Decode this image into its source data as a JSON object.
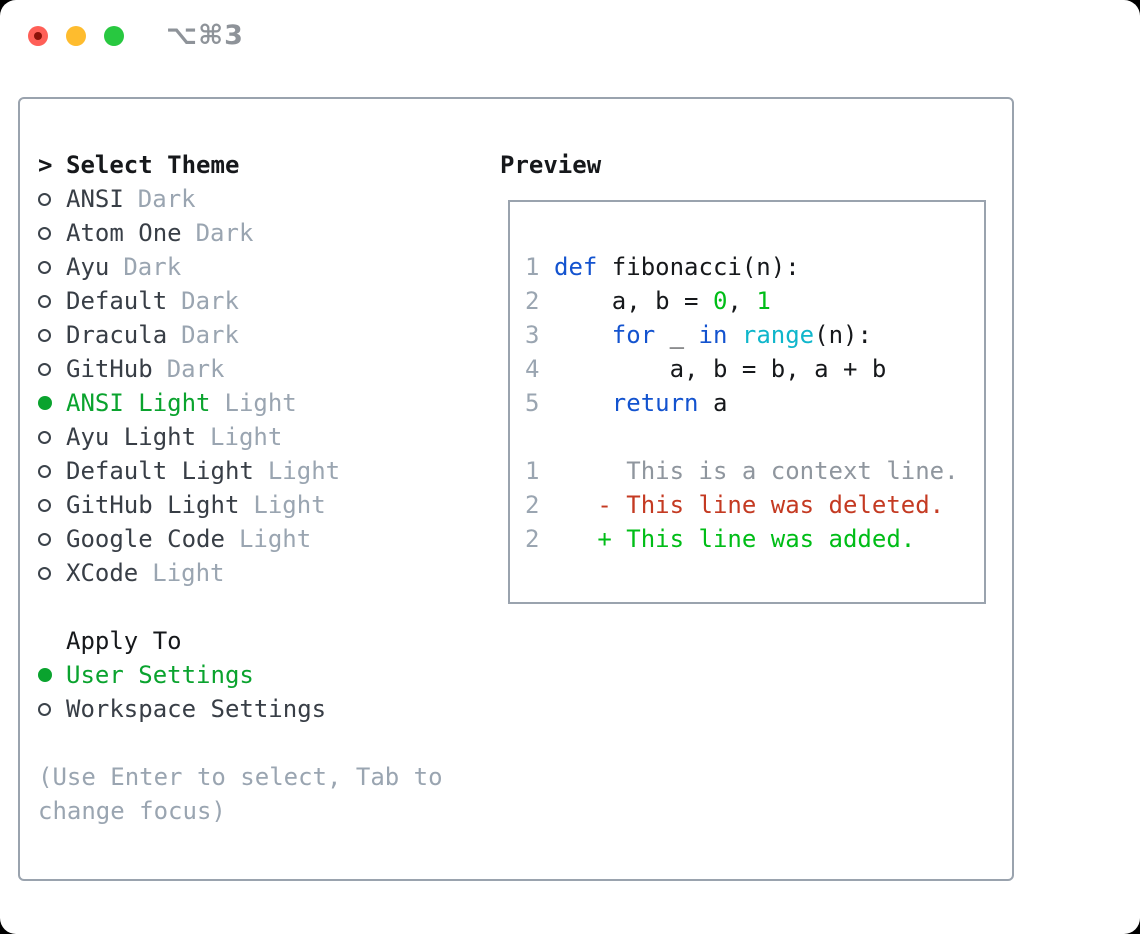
{
  "window": {
    "title": "⌥⌘3",
    "traffic_lights": [
      "close",
      "minimize",
      "zoom"
    ]
  },
  "colors": {
    "selected_green": "#0aa32e",
    "added_green": "#00bd17",
    "deleted_red": "#c43a22",
    "keyword_blue": "#1353cf",
    "builtin_cyan": "#0fb6cb",
    "number_green": "#00bd17",
    "text_dark": "#383e46",
    "text_black": "#16181b",
    "muted_gray": "#9aa5b1",
    "context_gray": "#8f969e",
    "border_gray": "#9aa3ae",
    "title_gray": "#8e9399",
    "traffic_red": "#ff5f57",
    "traffic_yellow": "#febc2e",
    "traffic_green": "#28c840"
  },
  "theme_picker": {
    "prompt": ">",
    "header": "Select Theme",
    "items": [
      {
        "name": "ANSI",
        "tag": "Dark",
        "selected": false
      },
      {
        "name": "Atom One",
        "tag": "Dark",
        "selected": false
      },
      {
        "name": "Ayu",
        "tag": "Dark",
        "selected": false
      },
      {
        "name": "Default",
        "tag": "Dark",
        "selected": false
      },
      {
        "name": "Dracula",
        "tag": "Dark",
        "selected": false
      },
      {
        "name": "GitHub",
        "tag": "Dark",
        "selected": false
      },
      {
        "name": "ANSI Light",
        "tag": "Light",
        "selected": true
      },
      {
        "name": "Ayu Light",
        "tag": "Light",
        "selected": false
      },
      {
        "name": "Default Light",
        "tag": "Light",
        "selected": false
      },
      {
        "name": "GitHub Light",
        "tag": "Light",
        "selected": false
      },
      {
        "name": "Google Code",
        "tag": "Light",
        "selected": false
      },
      {
        "name": "XCode",
        "tag": "Light",
        "selected": false
      }
    ]
  },
  "apply_to": {
    "header": "Apply To",
    "options": [
      {
        "label": "User Settings",
        "selected": true
      },
      {
        "label": "Workspace Settings",
        "selected": false
      }
    ]
  },
  "help_text": "(Use Enter to select, Tab to change focus)",
  "preview": {
    "header": "Preview",
    "code_lines": [
      {
        "num": "1",
        "tokens": [
          {
            "text": "def",
            "type": "keyword"
          },
          {
            "text": " fibonacci(n):",
            "type": "plain"
          }
        ]
      },
      {
        "num": "2",
        "tokens": [
          {
            "text": "    a, b = ",
            "type": "plain"
          },
          {
            "text": "0",
            "type": "number"
          },
          {
            "text": ", ",
            "type": "plain"
          },
          {
            "text": "1",
            "type": "number"
          }
        ]
      },
      {
        "num": "3",
        "tokens": [
          {
            "text": "    ",
            "type": "plain"
          },
          {
            "text": "for",
            "type": "keyword"
          },
          {
            "text": " _ ",
            "type": "plain"
          },
          {
            "text": "in",
            "type": "keyword"
          },
          {
            "text": " ",
            "type": "plain"
          },
          {
            "text": "range",
            "type": "builtin"
          },
          {
            "text": "(n):",
            "type": "plain"
          }
        ]
      },
      {
        "num": "4",
        "tokens": [
          {
            "text": "        a, b = b, a + b",
            "type": "plain"
          }
        ]
      },
      {
        "num": "5",
        "tokens": [
          {
            "text": "    ",
            "type": "plain"
          },
          {
            "text": "return",
            "type": "keyword"
          },
          {
            "text": " a",
            "type": "plain"
          }
        ]
      }
    ],
    "diff_lines": [
      {
        "num": "1",
        "tokens": [
          {
            "text": "     This is a context line.",
            "type": "context"
          }
        ]
      },
      {
        "num": "2",
        "tokens": [
          {
            "text": "   - This line was deleted.",
            "type": "deleted"
          }
        ]
      },
      {
        "num": "2",
        "tokens": [
          {
            "text": "   + This line was added.",
            "type": "added"
          }
        ]
      }
    ]
  }
}
